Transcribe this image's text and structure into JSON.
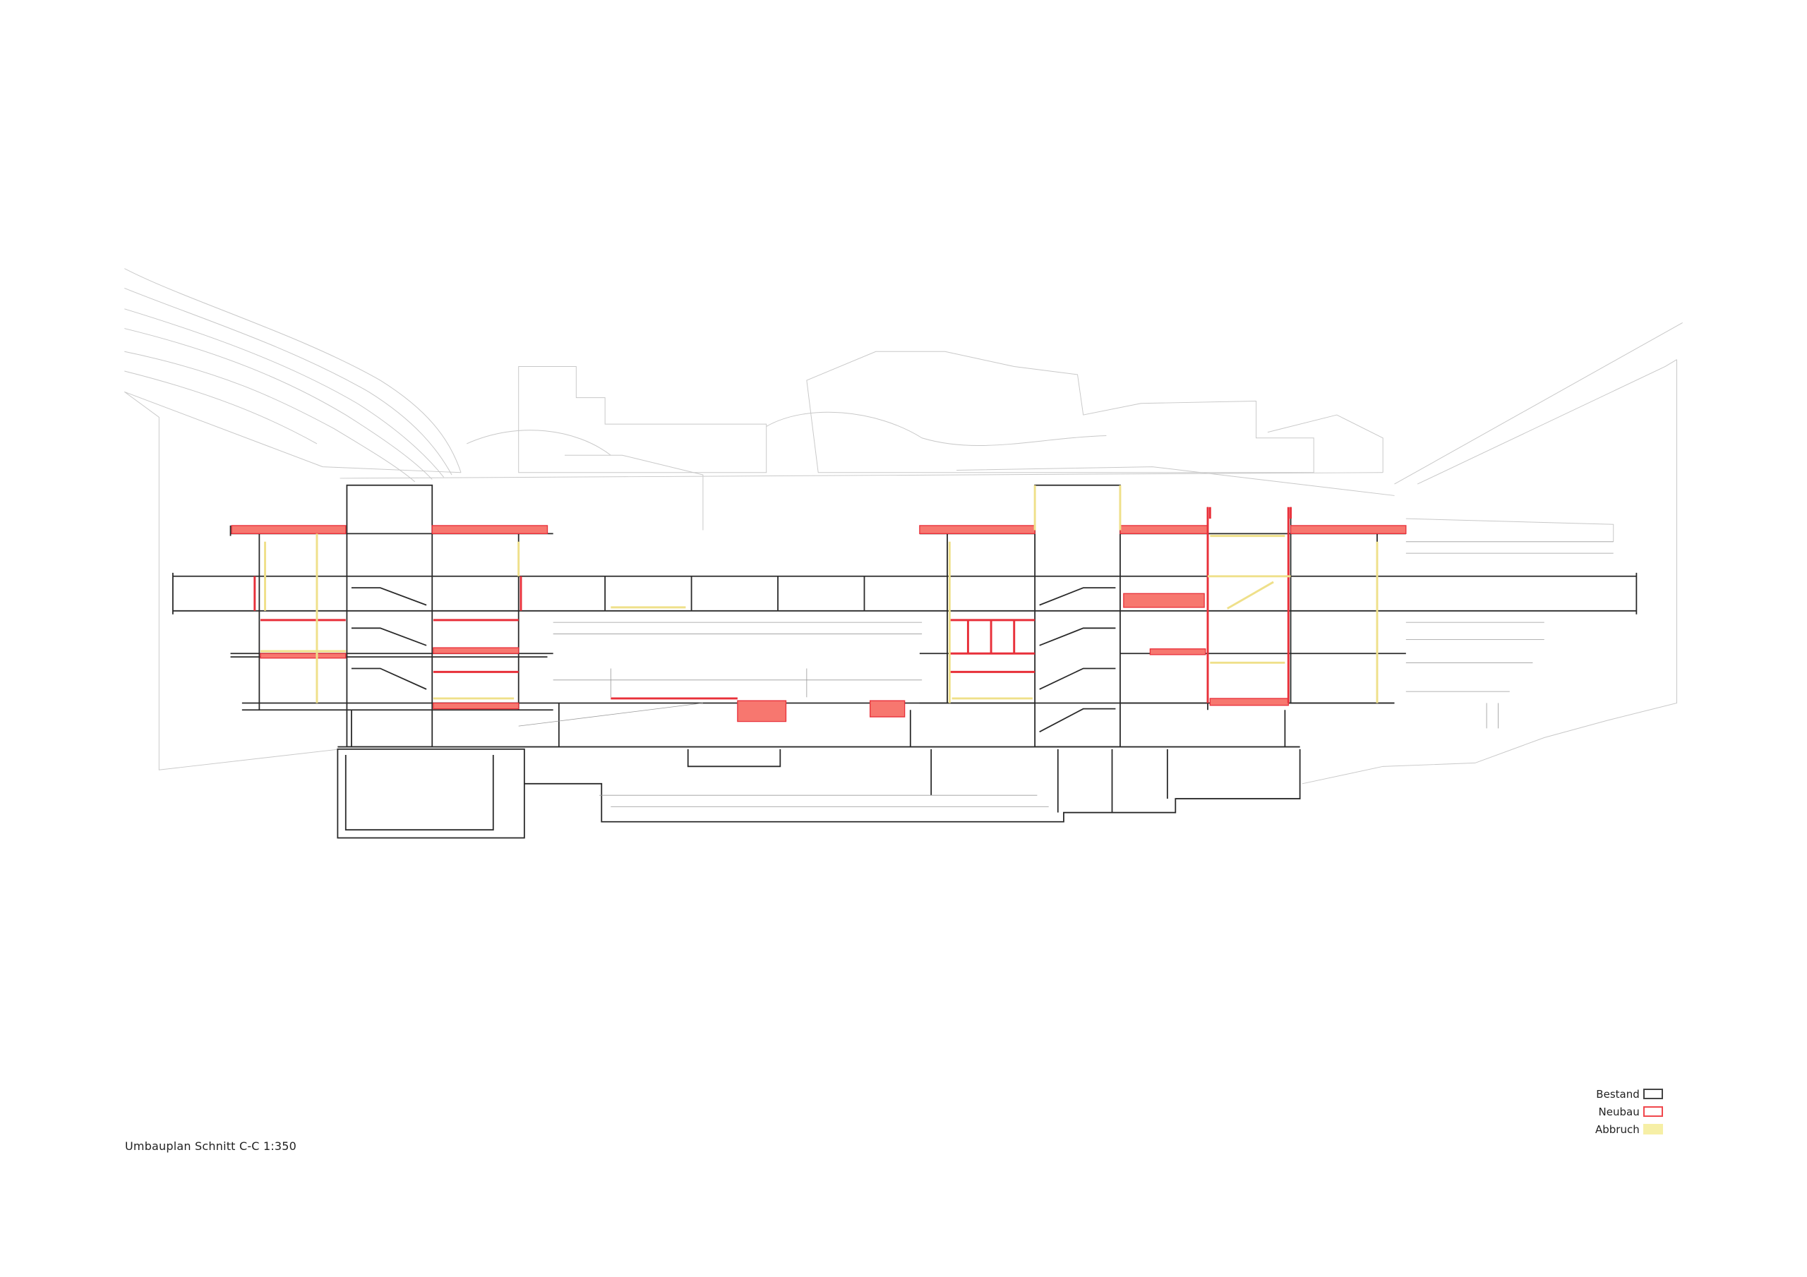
{
  "caption": "Umbauplan Schnitt C-C  1:350",
  "legend": [
    {
      "label": "Bestand",
      "color": "#444444"
    },
    {
      "label": "Neubau",
      "color": "#f0474c"
    },
    {
      "label": "Abbruch",
      "color": "#f6efa6"
    }
  ]
}
